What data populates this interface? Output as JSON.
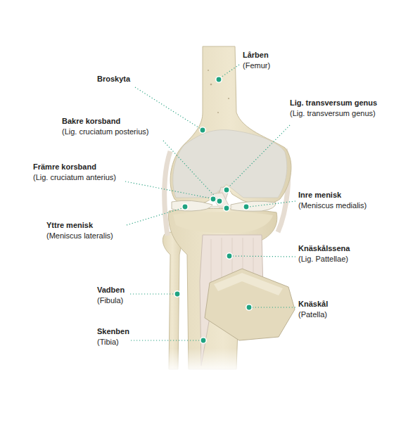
{
  "diagram": {
    "labels": [
      "Lårben",
      "(Femur)",
      "Broskyta",
      "Lig. transversum genus",
      "(Lig. transversum genus)",
      "Bakre korsband",
      "(Lig. cruciatum posterius)",
      "Främre korsband",
      "(Lig. cruciatum anterius)",
      "Inre menisk",
      "(Meniscus medialis)",
      "Yttre menisk",
      "(Meniscus lateralis)",
      "Knäskålssena",
      "(Lig. Pattellae)",
      "Vadben",
      "(Fibula)",
      "Knäskål",
      "(Patella)",
      "Skenben",
      "(Tibia)"
    ]
  }
}
